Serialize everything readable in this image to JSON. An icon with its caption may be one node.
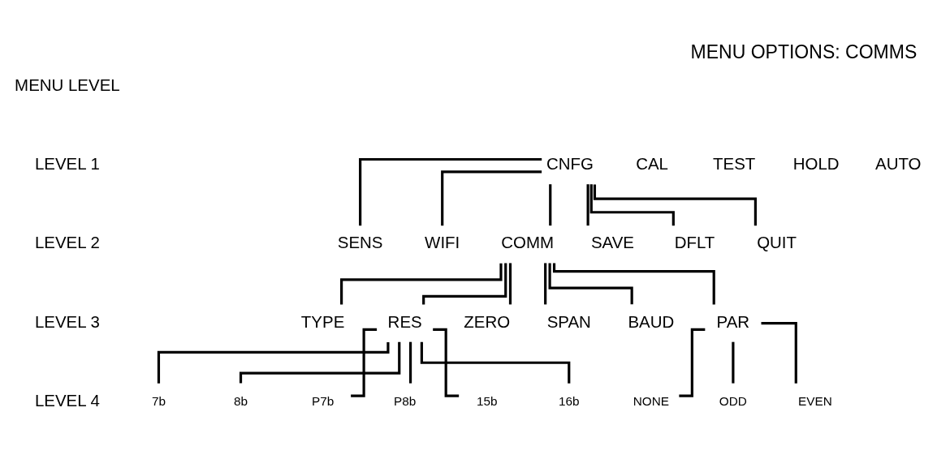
{
  "diagram": {
    "title": "MENU OPTIONS: COMMS",
    "nodes": [
      {
        "text": [
          "CNFG"
        ]
      },
      {
        "text": [
          "SENS"
        ]
      },
      {
        "text": [
          "WIFI"
        ]
      },
      {
        "text": [
          "COMM"
        ]
      },
      {
        "text": [
          "SAVE"
        ]
      },
      {
        "text": [
          "DFLT"
        ]
      },
      {
        "text": [
          "QUIT"
        ]
      },
      {
        "text": [
          "TYPE"
        ]
      },
      {
        "text": [
          "RES"
        ]
      },
      {
        "text": [
          "ZERO"
        ]
      },
      {
        "text": [
          "SPAN"
        ]
      },
      {
        "text": [
          "BAUD"
        ]
      },
      {
        "text": [
          "PAR"
        ]
      },
      {
        "text": [
          "7b"
        ]
      },
      {
        "text": [
          "8b"
        ]
      },
      {
        "text": [
          "P7b"
        ]
      },
      {
        "text": [
          "P8b"
        ]
      },
      {
        "text": [
          "15b"
        ]
      },
      {
        "text": [
          "16b"
        ]
      },
      {
        "text": [
          "NONE"
        ]
      },
      {
        "text": [
          "ODD"
        ]
      },
      {
        "text": [
          "EVEN"
        ]
      }
    ],
    "edges": [
      {
        "from": 0,
        "to": 1,
        "arrow": "none"
      },
      {
        "from": 0,
        "to": 2,
        "arrow": "none"
      },
      {
        "from": 0,
        "to": 3,
        "arrow": "none"
      },
      {
        "from": 0,
        "to": 4,
        "arrow": "none"
      },
      {
        "from": 0,
        "to": 5,
        "arrow": "none"
      },
      {
        "from": 0,
        "to": 6,
        "arrow": "none"
      },
      {
        "from": 3,
        "to": 7,
        "arrow": "none"
      },
      {
        "from": 3,
        "to": 8,
        "arrow": "none"
      },
      {
        "from": 3,
        "to": 9,
        "arrow": "none"
      },
      {
        "from": 3,
        "to": 10,
        "arrow": "none"
      },
      {
        "from": 3,
        "to": 11,
        "arrow": "none"
      },
      {
        "from": 3,
        "to": 12,
        "arrow": "none"
      },
      {
        "from": 8,
        "to": 13,
        "arrow": "none"
      },
      {
        "from": 8,
        "to": 14,
        "arrow": "none"
      },
      {
        "from": 8,
        "to": 15,
        "arrow": "none"
      },
      {
        "from": 8,
        "to": 16,
        "arrow": "none"
      },
      {
        "from": 8,
        "to": 17,
        "arrow": "none"
      },
      {
        "from": 8,
        "to": 18,
        "arrow": "none"
      },
      {
        "from": 12,
        "to": 19,
        "arrow": "none"
      },
      {
        "from": 12,
        "to": 20,
        "arrow": "none"
      },
      {
        "from": 12,
        "to": 21,
        "arrow": "none"
      }
    ],
    "labels": [
      "MENU LEVEL",
      "LEVEL 1",
      "AUTO",
      "HOLD",
      "TEST",
      "CAL",
      "LEVEL 2",
      "LEVEL 3",
      "LEVEL 4"
    ]
  }
}
